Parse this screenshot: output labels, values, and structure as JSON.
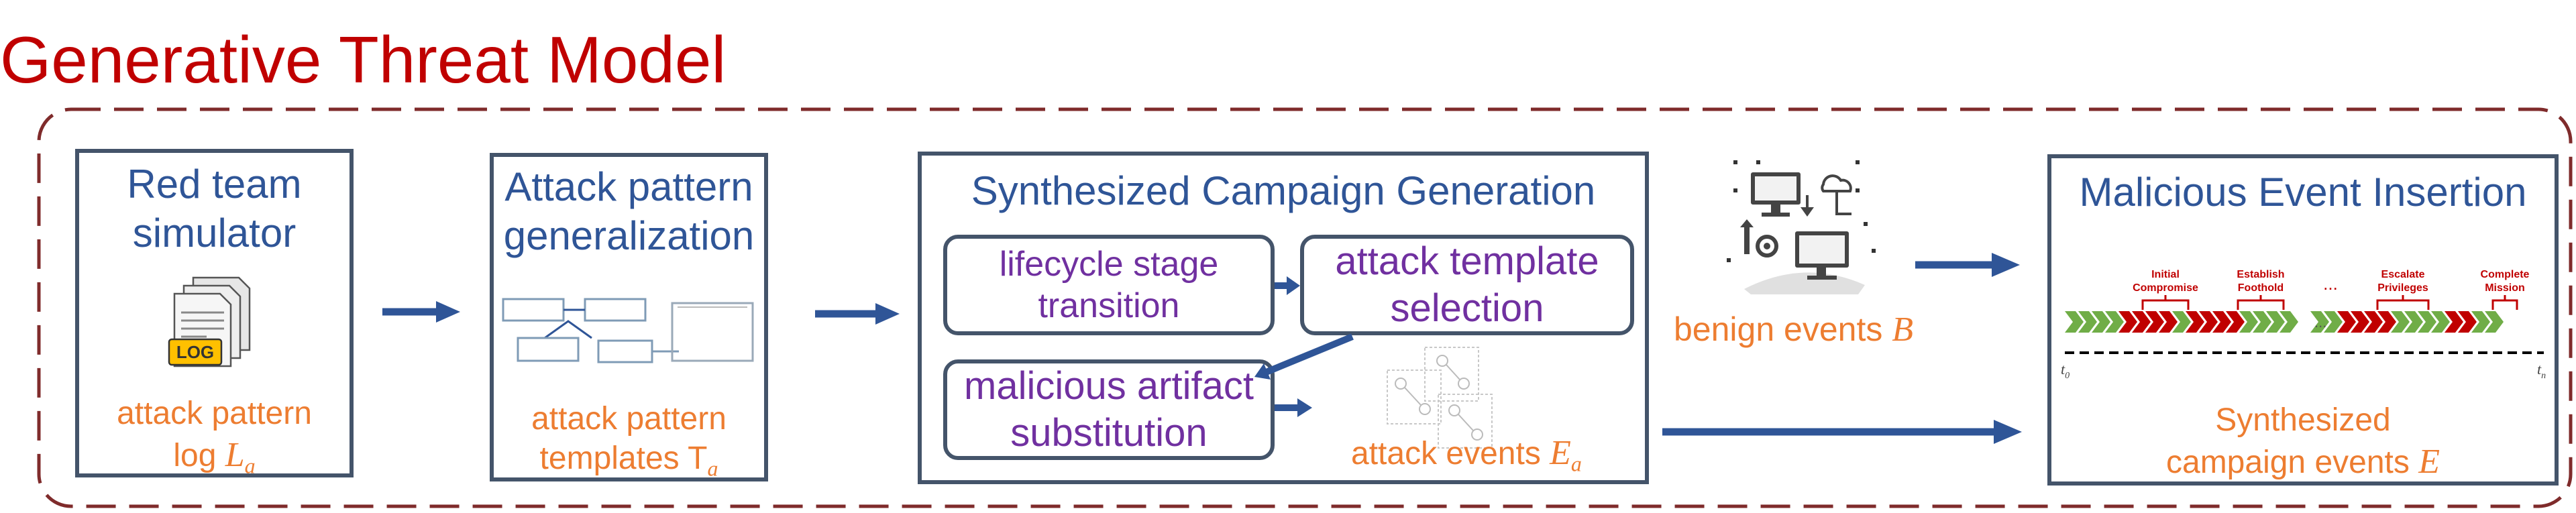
{
  "title": "Generative Threat Model",
  "stages": {
    "red_team": {
      "heading_line1": "Red team",
      "heading_line2": "simulator",
      "log_icon_text": "LOG",
      "output_line1": "attack pattern",
      "output_line2_text": "log ",
      "output_line2_symbol": "L",
      "output_line2_sub": "a"
    },
    "generalization": {
      "heading_line1": "Attack pattern",
      "heading_line2": "generalization",
      "output_line1": "attack pattern",
      "output_line2_text": "templates T",
      "output_line2_sub": "a"
    },
    "campaign": {
      "heading": "Synthesized Campaign Generation",
      "lifecycle_line1": "lifecycle stage",
      "lifecycle_line2": "transition",
      "template_line1": "attack template",
      "template_line2": "selection",
      "artifact_line1": "malicious artifact",
      "artifact_line2": "substitution",
      "output_text": "attack events ",
      "output_symbol": "E",
      "output_sub": "a"
    },
    "benign": {
      "label_text": "benign events ",
      "label_symbol": "B"
    },
    "insertion": {
      "heading": "Malicious Event Insertion",
      "milestones": [
        {
          "line1": "Initial",
          "line2": "Compromise"
        },
        {
          "line1": "Establish",
          "line2": "Foothold"
        },
        {
          "line1": "Escalate",
          "line2": "Privileges"
        },
        {
          "line1": "Complete",
          "line2": "Mission"
        }
      ],
      "ellipsis": "...",
      "timeline_ellipsis": "...",
      "t_start": "t",
      "t_start_sub": "0",
      "t_end": "t",
      "t_end_sub": "n",
      "output_line1": "Synthesized",
      "output_line2_text": "campaign events ",
      "output_line2_symbol": "E"
    }
  },
  "colors": {
    "title": "#c00000",
    "frame": "#7f2b2b",
    "box_border": "#44546a",
    "heading": "#2f5597",
    "orange_text": "#ed7d31",
    "purple_text": "#7030a0",
    "arrow": "#2f5597",
    "benign_chevron": "#70ad47",
    "attack_chevron": "#c00000"
  }
}
